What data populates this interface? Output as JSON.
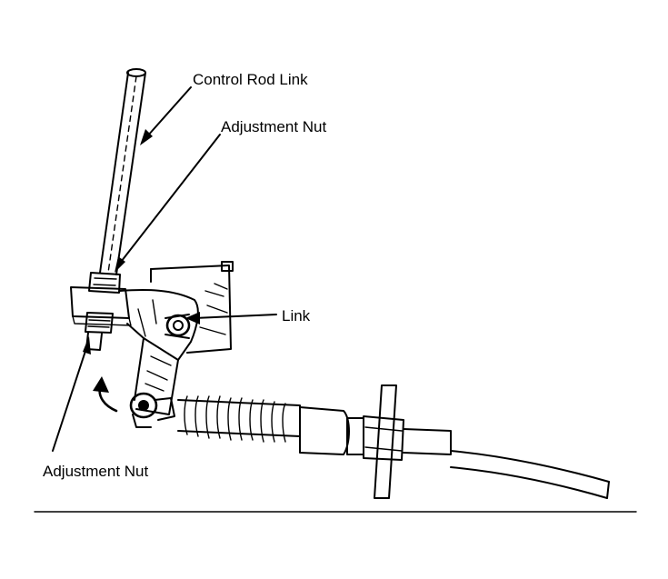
{
  "diagram": {
    "labels": {
      "control_rod_link": "Control Rod Link",
      "adjustment_nut_top": "Adjustment Nut",
      "link": "Link",
      "adjustment_nut_bottom": "Adjustment Nut"
    },
    "icons": [
      "arrow-pointer-icon",
      "rotation-arrow-icon"
    ]
  }
}
